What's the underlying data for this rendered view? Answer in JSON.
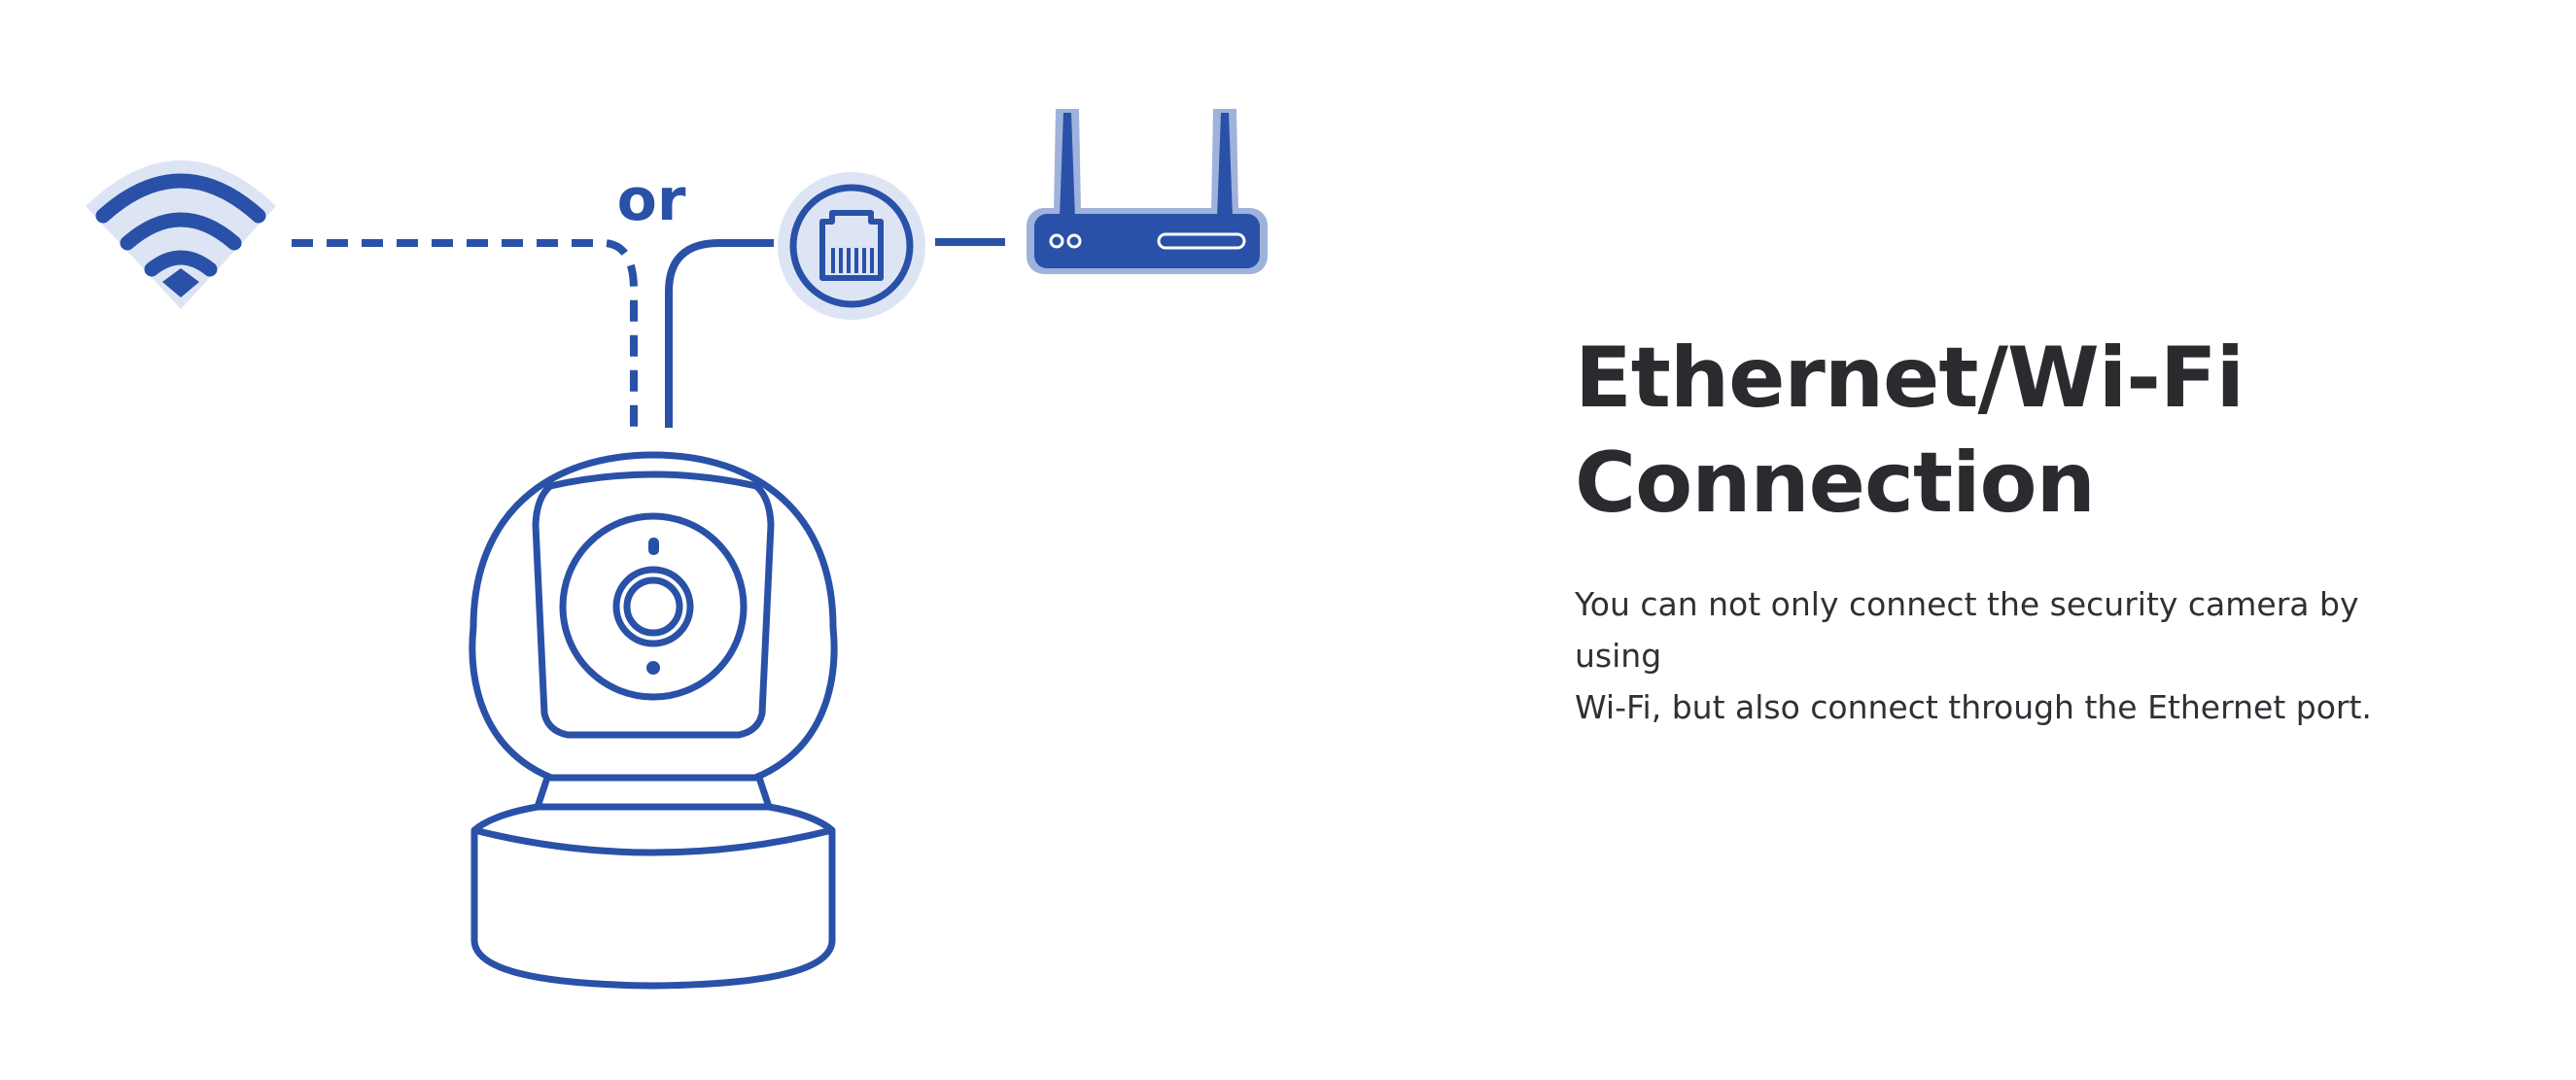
{
  "illustration": {
    "or_label": "or",
    "colors": {
      "primary": "#2a51a8",
      "light": "#dde5f4",
      "mid": "#9fb2dc"
    },
    "icons": [
      "wifi-icon",
      "ethernet-port-icon",
      "router-icon",
      "security-camera-icon"
    ]
  },
  "content": {
    "heading_line1": "Ethernet/Wi-Fi",
    "heading_line2": "Connection",
    "body_line1": "You can not only connect the security camera by using",
    "body_line2": "Wi-Fi, but also connect through the Ethernet port."
  }
}
